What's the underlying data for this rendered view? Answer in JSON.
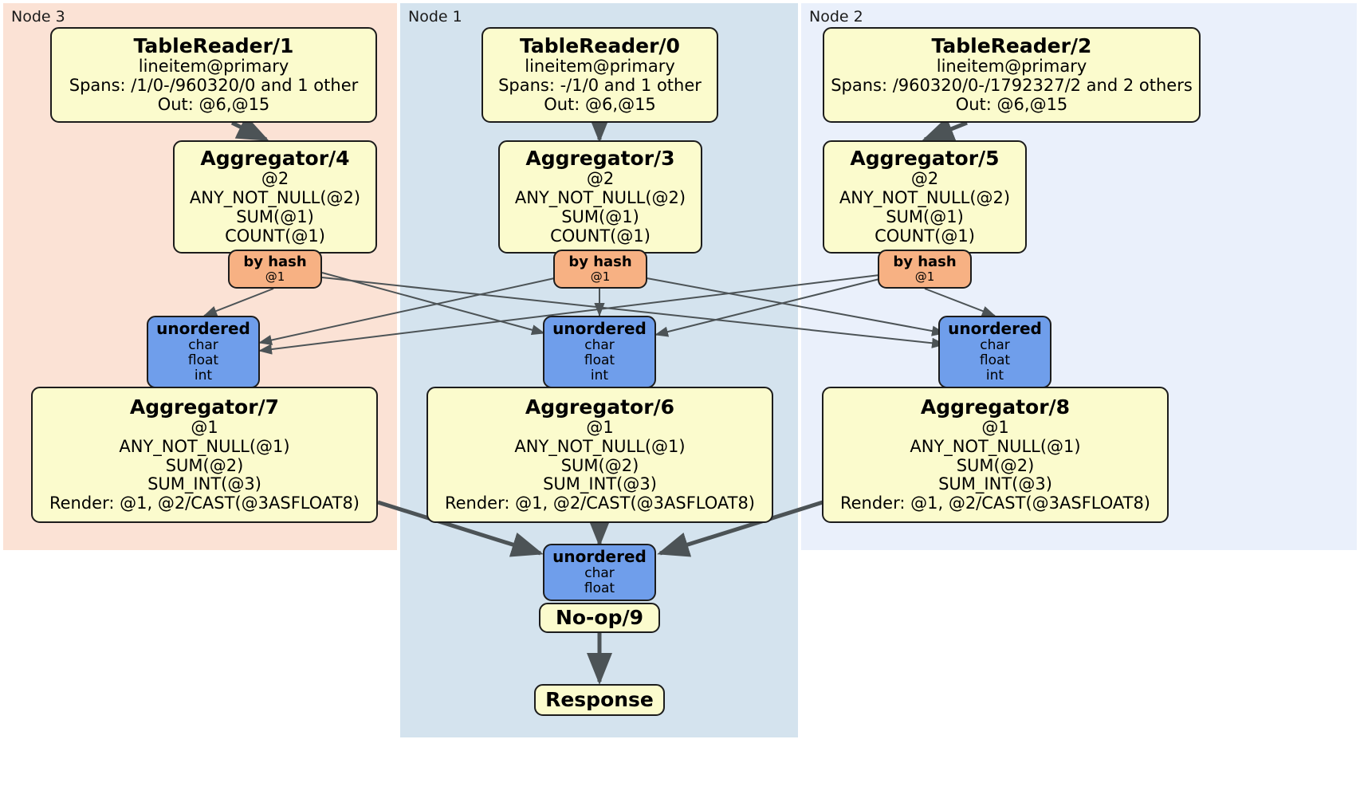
{
  "diagram": {
    "kind": "distributed-query-plan",
    "panels": [
      {
        "id": "node3",
        "label": "Node 3",
        "color": "#fbe2d5"
      },
      {
        "id": "node1",
        "label": "Node 1",
        "color": "#d4e3ee"
      },
      {
        "id": "node2",
        "label": "Node 2",
        "color": "#eaf0fb"
      }
    ],
    "colors": {
      "processor_fill": "#fbfbcd",
      "router_fill": "#6f9eeb",
      "hash_fill": "#f7b183",
      "outline": "#1c1c1c",
      "edge": "#4c5356"
    },
    "processors": [
      {
        "id": "tr1",
        "title": "TableReader/1",
        "lines": [
          "lineitem@primary",
          "Spans: /1/0-/960320/0 and 1 other",
          "Out: @6,@15"
        ]
      },
      {
        "id": "tr0",
        "title": "TableReader/0",
        "lines": [
          "lineitem@primary",
          "Spans: -/1/0 and 1 other",
          "Out: @6,@15"
        ]
      },
      {
        "id": "tr2",
        "title": "TableReader/2",
        "lines": [
          "lineitem@primary",
          "Spans: /960320/0-/1792327/2 and 2 others",
          "Out: @6,@15"
        ]
      },
      {
        "id": "agg4",
        "title": "Aggregator/4",
        "lines": [
          "@2",
          "ANY_NOT_NULL(@2)",
          "SUM(@1)",
          "COUNT(@1)"
        ]
      },
      {
        "id": "agg3",
        "title": "Aggregator/3",
        "lines": [
          "@2",
          "ANY_NOT_NULL(@2)",
          "SUM(@1)",
          "COUNT(@1)"
        ]
      },
      {
        "id": "agg5",
        "title": "Aggregator/5",
        "lines": [
          "@2",
          "ANY_NOT_NULL(@2)",
          "SUM(@1)",
          "COUNT(@1)"
        ]
      },
      {
        "id": "agg7",
        "title": "Aggregator/7",
        "lines": [
          "@1",
          "ANY_NOT_NULL(@1)",
          "SUM(@2)",
          "SUM_INT(@3)",
          "Render: @1, @2/CAST(@3ASFLOAT8)"
        ]
      },
      {
        "id": "agg6",
        "title": "Aggregator/6",
        "lines": [
          "@1",
          "ANY_NOT_NULL(@1)",
          "SUM(@2)",
          "SUM_INT(@3)",
          "Render: @1, @2/CAST(@3ASFLOAT8)"
        ]
      },
      {
        "id": "agg8",
        "title": "Aggregator/8",
        "lines": [
          "@1",
          "ANY_NOT_NULL(@1)",
          "SUM(@2)",
          "SUM_INT(@3)",
          "Render: @1, @2/CAST(@3ASFLOAT8)"
        ]
      },
      {
        "id": "noop9",
        "title": "No-op/9",
        "lines": []
      },
      {
        "id": "response",
        "title": "Response",
        "lines": []
      }
    ],
    "hash_outputs": [
      {
        "id": "hash4",
        "title": "by hash",
        "lines": [
          "@1"
        ]
      },
      {
        "id": "hash3",
        "title": "by hash",
        "lines": [
          "@1"
        ]
      },
      {
        "id": "hash5",
        "title": "by hash",
        "lines": [
          "@1"
        ]
      }
    ],
    "routers": [
      {
        "id": "rt7",
        "title": "unordered",
        "lines": [
          "char",
          "float",
          "int"
        ]
      },
      {
        "id": "rt6",
        "title": "unordered",
        "lines": [
          "char",
          "float",
          "int"
        ]
      },
      {
        "id": "rt8",
        "title": "unordered",
        "lines": [
          "char",
          "float",
          "int"
        ]
      },
      {
        "id": "rtfinal",
        "title": "unordered",
        "lines": [
          "char",
          "float"
        ]
      }
    ]
  }
}
